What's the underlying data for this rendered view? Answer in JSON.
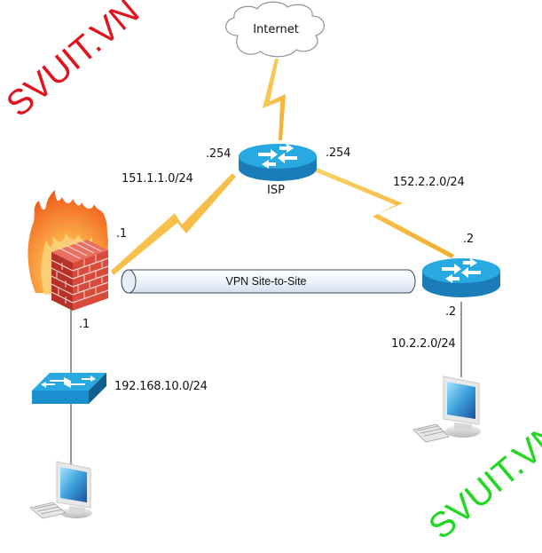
{
  "watermarks": {
    "top_left": {
      "text": "SVUIT.VN",
      "color": "#e0141e"
    },
    "bottom_right": {
      "text": "SVUIT.VN",
      "color": "#22d622"
    }
  },
  "nodes": {
    "internet": {
      "label": "Internet",
      "type": "cloud"
    },
    "isp_router": {
      "label": "ISP",
      "type": "router"
    },
    "firewall": {
      "label": "",
      "type": "firewall"
    },
    "branch_router": {
      "label": "",
      "type": "router"
    },
    "switch": {
      "label": "",
      "type": "switch"
    },
    "pc_left": {
      "label": "",
      "type": "workstation"
    },
    "pc_right": {
      "label": "",
      "type": "workstation"
    }
  },
  "links": {
    "internet_isp": {
      "type": "serial"
    },
    "firewall_isp": {
      "type": "serial",
      "network": "151.1.1.0/24",
      "firewall_ip": ".1",
      "isp_ip": ".254"
    },
    "isp_branch": {
      "type": "serial",
      "network": "152.2.2.0/24",
      "isp_ip": ".254",
      "branch_ip": ".2"
    },
    "vpn_tunnel": {
      "type": "tunnel",
      "label": "VPN Site-to-Site"
    },
    "firewall_switch": {
      "type": "ethernet",
      "firewall_ip": ".1"
    },
    "switch_lan": {
      "network": "192.168.10.0/24"
    },
    "branch_lan": {
      "type": "ethernet",
      "network": "10.2.2.0/24",
      "router_ip": ".2"
    }
  },
  "colors": {
    "router_top": "#29a9e1",
    "router_side": "#1a7cb8",
    "serial_link": "#f6b93b",
    "cloud_stroke": "#8a94a0",
    "tunnel_stroke": "#3a4a60",
    "tunnel_fill": "#eef3fb"
  }
}
